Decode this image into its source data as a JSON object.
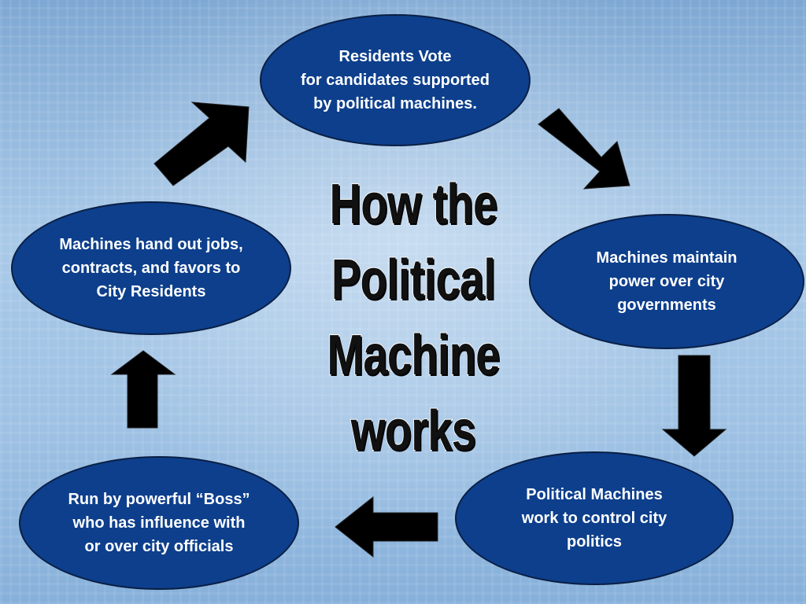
{
  "title": {
    "lines": [
      "How the",
      "Political",
      "Machine",
      "works"
    ]
  },
  "nodes": {
    "top": {
      "text": "Residents Vote\nfor candidates supported\nby political machines."
    },
    "right": {
      "text": "Machines maintain\npower over city\ngovernments"
    },
    "bottom_right": {
      "text": "Political Machines\nwork to control city\npolitics"
    },
    "bottom_left": {
      "text": "Run by powerful “Boss”\nwho has influence with\nor over city officials"
    },
    "left": {
      "text": "Machines hand out jobs,\ncontracts, and favors to\nCity Residents"
    }
  },
  "colors": {
    "node_fill": "#0d3f8c",
    "node_border": "#0a1f44",
    "arrow": "#000000",
    "background": "#8fb5dc"
  }
}
